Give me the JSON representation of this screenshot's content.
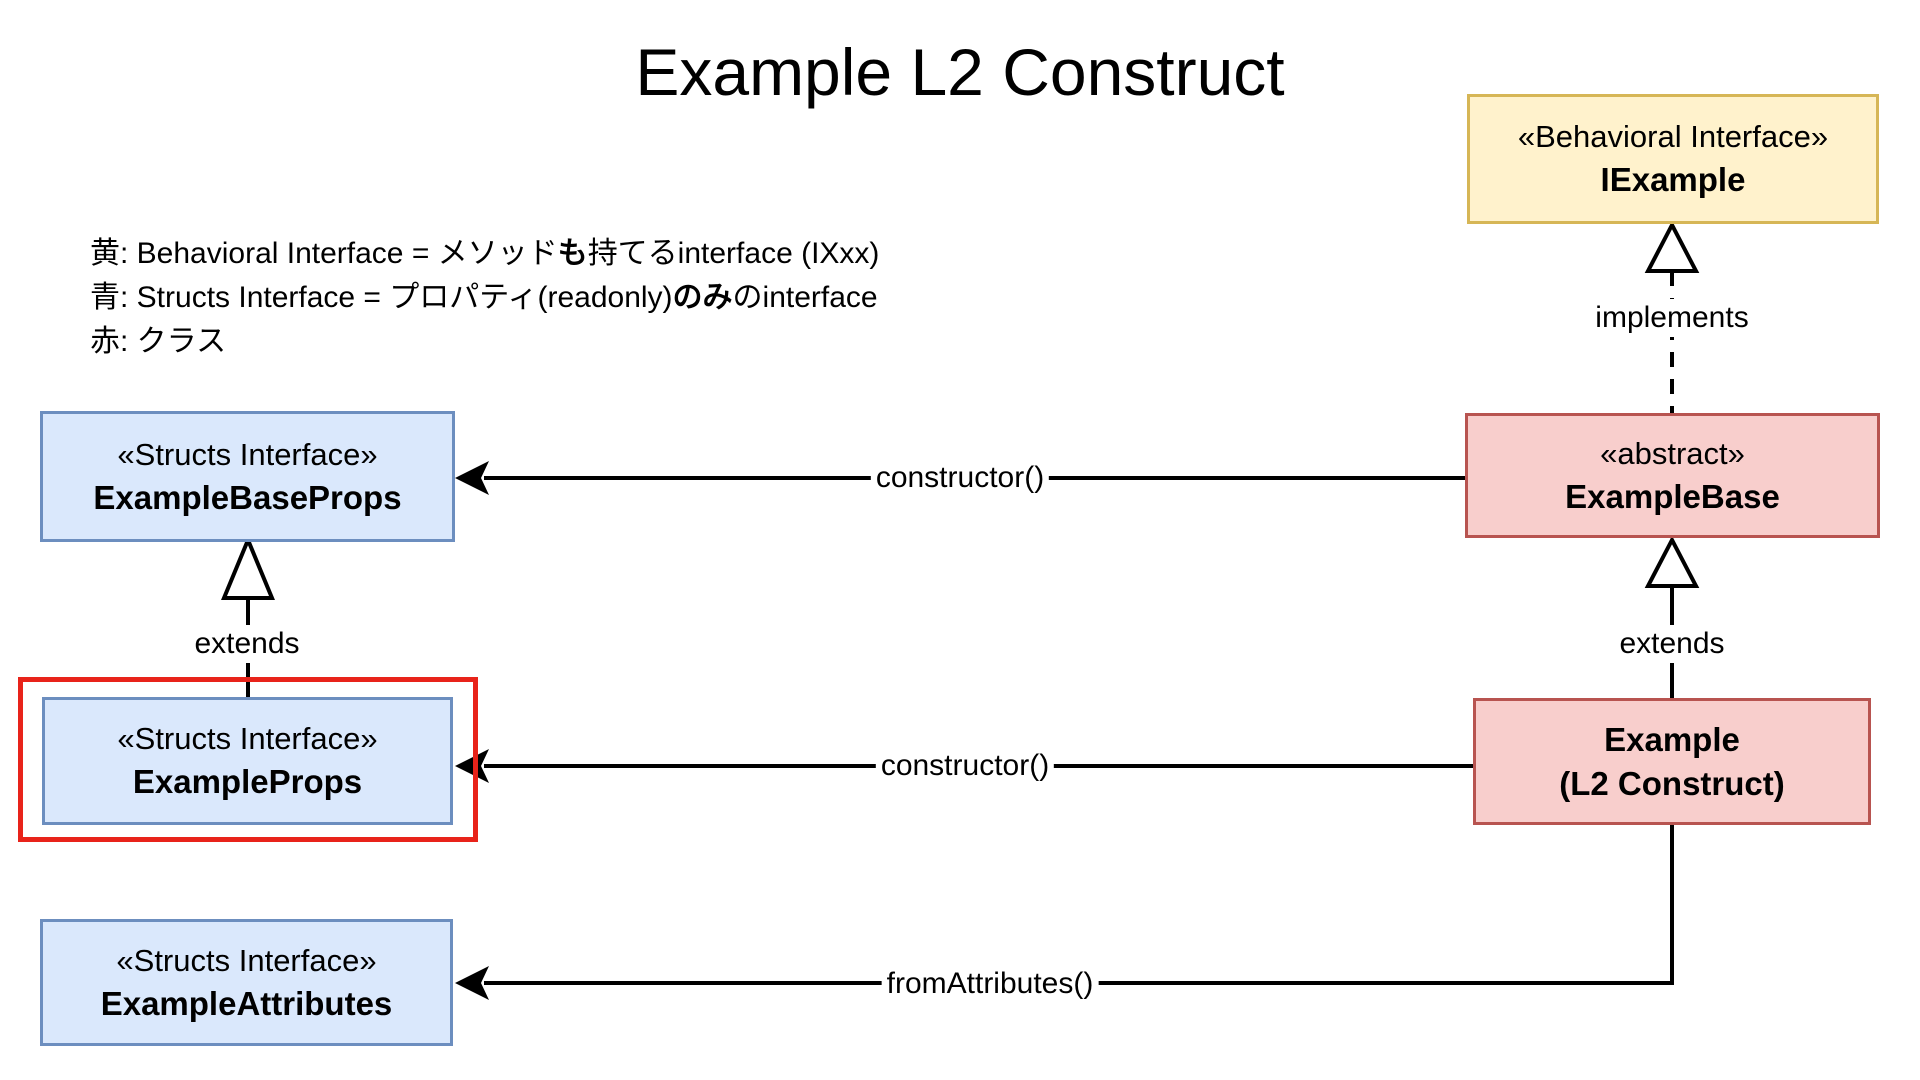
{
  "title": "Example L2 Construct",
  "legend": {
    "lines": [
      {
        "pre": "黄: Behavioral Interface = メソッド",
        "bold": "も",
        "post": "持てるinterface (IXxx)"
      },
      {
        "pre": "青: Structs Interface = プロパティ(readonly)",
        "bold": "のみ",
        "post": "のinterface"
      },
      {
        "pre": "赤: クラス",
        "bold": "",
        "post": ""
      }
    ]
  },
  "boxes": {
    "iexample": {
      "stereotype": "«Behavioral Interface»",
      "name": "IExample"
    },
    "example_base": {
      "stereotype": "«abstract»",
      "name": "ExampleBase"
    },
    "example": {
      "name_line1": "Example",
      "name_line2": "(L2 Construct)"
    },
    "example_base_props": {
      "stereotype": "«Structs Interface»",
      "name": "ExampleBaseProps"
    },
    "example_props": {
      "stereotype": "«Structs Interface»",
      "name": "ExampleProps"
    },
    "example_attributes": {
      "stereotype": "«Structs Interface»",
      "name": "ExampleAttributes"
    }
  },
  "edge_labels": {
    "implements": "implements",
    "extends_left": "extends",
    "extends_right": "extends",
    "constructor_top": "constructor()",
    "constructor_bottom": "constructor()",
    "from_attributes": "fromAttributes()"
  },
  "colors": {
    "behavioral_interface_fill": "#FFF2CC",
    "behavioral_interface_border": "#D6B656",
    "structs_interface_fill": "#DAE8FC",
    "structs_interface_border": "#6C8EBF",
    "class_fill": "#F8CECC",
    "class_border": "#B85450",
    "highlight_border": "#E8231A",
    "edge_color": "#000000",
    "background": "#FFFFFF"
  }
}
